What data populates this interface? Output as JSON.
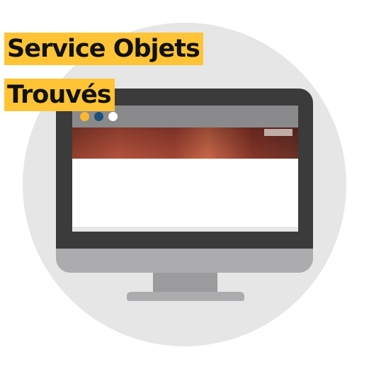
{
  "screen": {
    "title_lines": [
      "Service Objets",
      "Trouvés"
    ]
  },
  "window_controls": [
    {
      "name": "dot-yellow",
      "color": "#fbb731"
    },
    {
      "name": "dot-blue",
      "color": "#1f4e79"
    },
    {
      "name": "dot-white",
      "color": "#ffffff"
    }
  ],
  "colors": {
    "highlight": "#fec435",
    "background_circle": "#e6e6e6",
    "bezel": "#3b3b3b",
    "stand": "#acacae"
  },
  "icon": "desktop-monitor-icon"
}
